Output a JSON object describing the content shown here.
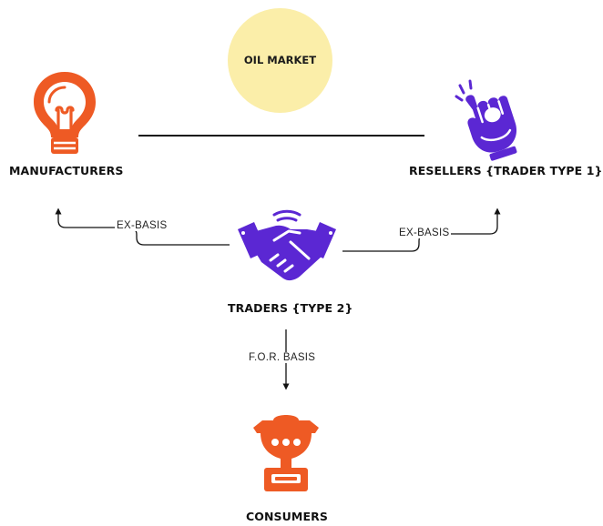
{
  "colors": {
    "orange": "#ee5a24",
    "purple": "#5b27d3",
    "market_fill": "#fbeea9",
    "line": "#111111"
  },
  "market": {
    "label": "OIL MARKET"
  },
  "nodes": {
    "manufacturers": {
      "label": "MANUFACTURERS",
      "icon": "lightbulb-icon"
    },
    "resellers": {
      "label": "RESELLERS {TRADER TYPE 1}",
      "icon": "ok-hand-icon"
    },
    "traders": {
      "label": "TRADERS {TYPE 2}",
      "icon": "handshake-icon"
    },
    "consumers": {
      "label": "CONSUMERS",
      "icon": "trophy-person-icon"
    }
  },
  "edges": {
    "to_manufacturers": {
      "label": "EX-BASIS"
    },
    "to_resellers": {
      "label": "EX-BASIS"
    },
    "to_consumers": {
      "label": "F.O.R. BASIS"
    }
  }
}
